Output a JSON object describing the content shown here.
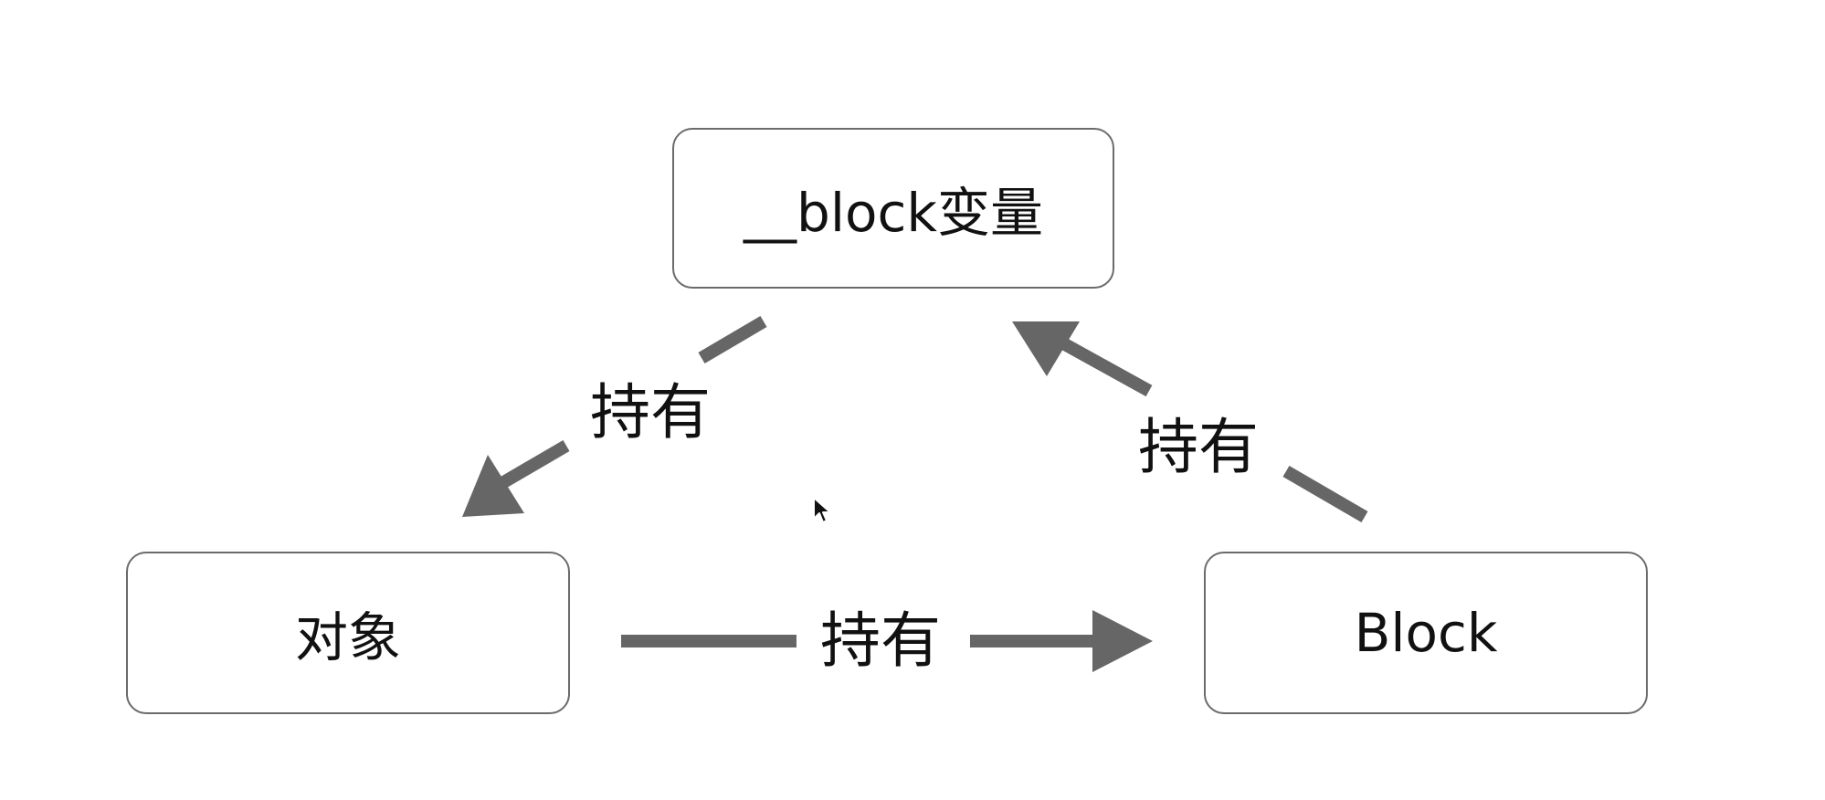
{
  "nodes": {
    "block_variable": "__block变量",
    "object": "对象",
    "block": "Block"
  },
  "edges": {
    "block_variable_to_object": "持有",
    "block_to_block_variable": "持有",
    "object_to_block": "持有"
  },
  "colors": {
    "arrow": "#666666",
    "node_border": "#6b6b6b",
    "text": "#111111",
    "background": "#ffffff"
  }
}
